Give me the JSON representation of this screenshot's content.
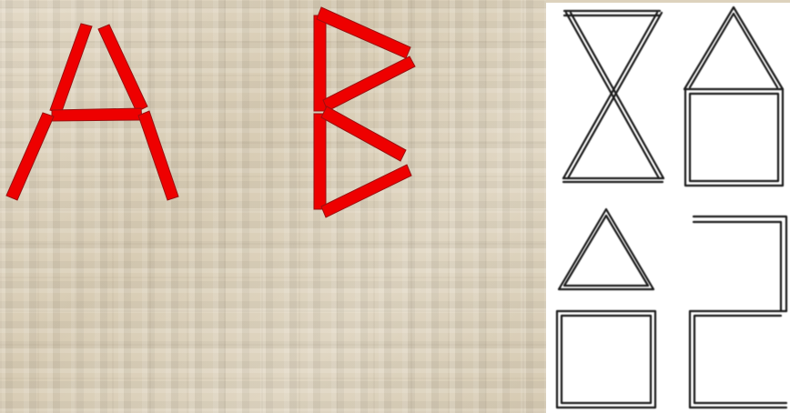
{
  "letters": {
    "a": {
      "label": "A",
      "stick_color": "#ee0000",
      "outline_color": "#9b1010"
    },
    "b": {
      "label": "B",
      "stick_color": "#ee0000",
      "outline_color": "#9b1010"
    }
  },
  "puzzle_panel": {
    "background": "#ffffff",
    "line_color": "#1a1a1a",
    "figures": [
      "hourglass",
      "house",
      "triangle-over-square",
      "open-frame"
    ]
  }
}
